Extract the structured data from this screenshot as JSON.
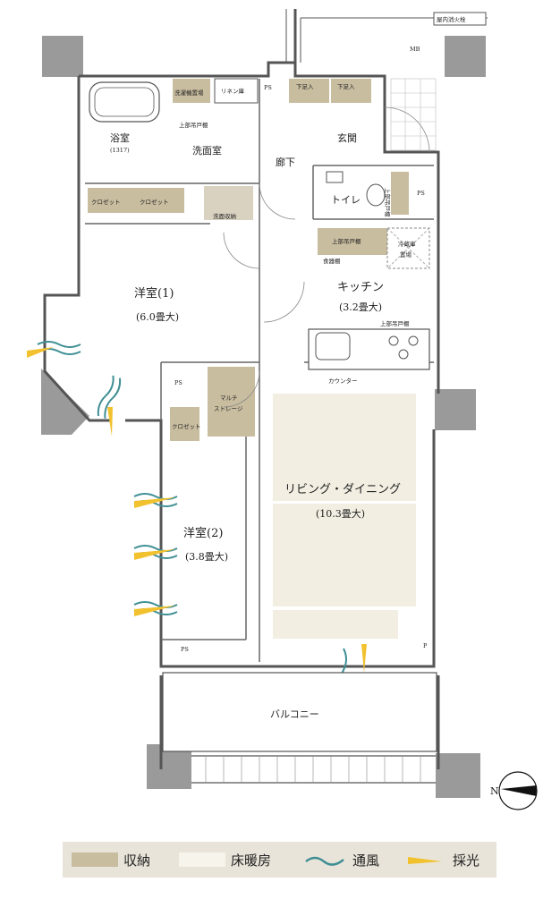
{
  "colors": {
    "storage": "#c9bda0",
    "floor_heating": "#f2eee2",
    "wall": "#9a9a9a",
    "ventilation": "#3f8f94",
    "daylight": "#f2c12e"
  },
  "top_labels": {
    "hydrant": "屋内消火栓",
    "mb": "MB",
    "ps": "PS"
  },
  "rooms": {
    "bath": {
      "name": "浴室",
      "size": "(1317)"
    },
    "washroom": {
      "name": "洗面室",
      "laundry": "洗濯機置場",
      "linen": "リネン庫",
      "upper_cabinet": "上部吊戸棚",
      "wash_storage": "洗面収納"
    },
    "corridor": {
      "name": "廊下"
    },
    "entrance": {
      "name": "玄関",
      "shoe1": "下足入",
      "shoe2": "下足入"
    },
    "toilet": {
      "name": "トイレ",
      "cabinet": "上部吊戸棚"
    },
    "closet1": {
      "a": "クロゼット",
      "b": "クロゼット"
    },
    "western1": {
      "name": "洋室(1)",
      "size": "(6.0畳大)"
    },
    "kitchen": {
      "name": "キッチン",
      "size": "(3.2畳大)",
      "upper_cabinet": "上部吊戸棚",
      "dish": "食器棚",
      "fridge_line1": "冷蔵庫",
      "fridge_line2": "置場",
      "upper_cabinet2": "上部吊戸棚",
      "counter": "カウンター"
    },
    "multi_storage": {
      "line1": "マルチ",
      "line2": "ストレージ"
    },
    "closet2": {
      "name": "クロゼット"
    },
    "living": {
      "name": "リビング・ダイニング",
      "size": "(10.3畳大)"
    },
    "western2": {
      "name": "洋室(2)",
      "size": "(3.8畳大)"
    },
    "ps1": "PS",
    "ps2": "PS",
    "ps3": "PS",
    "p": "P",
    "balcony": {
      "name": "バルコニー"
    }
  },
  "compass": {
    "label": "N"
  },
  "legend": [
    {
      "label": "収納",
      "kind": "swatch",
      "color": "#c9bda0"
    },
    {
      "label": "床暖房",
      "kind": "swatch",
      "color": "#f2eee2"
    },
    {
      "label": "通風",
      "kind": "wind"
    },
    {
      "label": "採光",
      "kind": "light"
    }
  ]
}
